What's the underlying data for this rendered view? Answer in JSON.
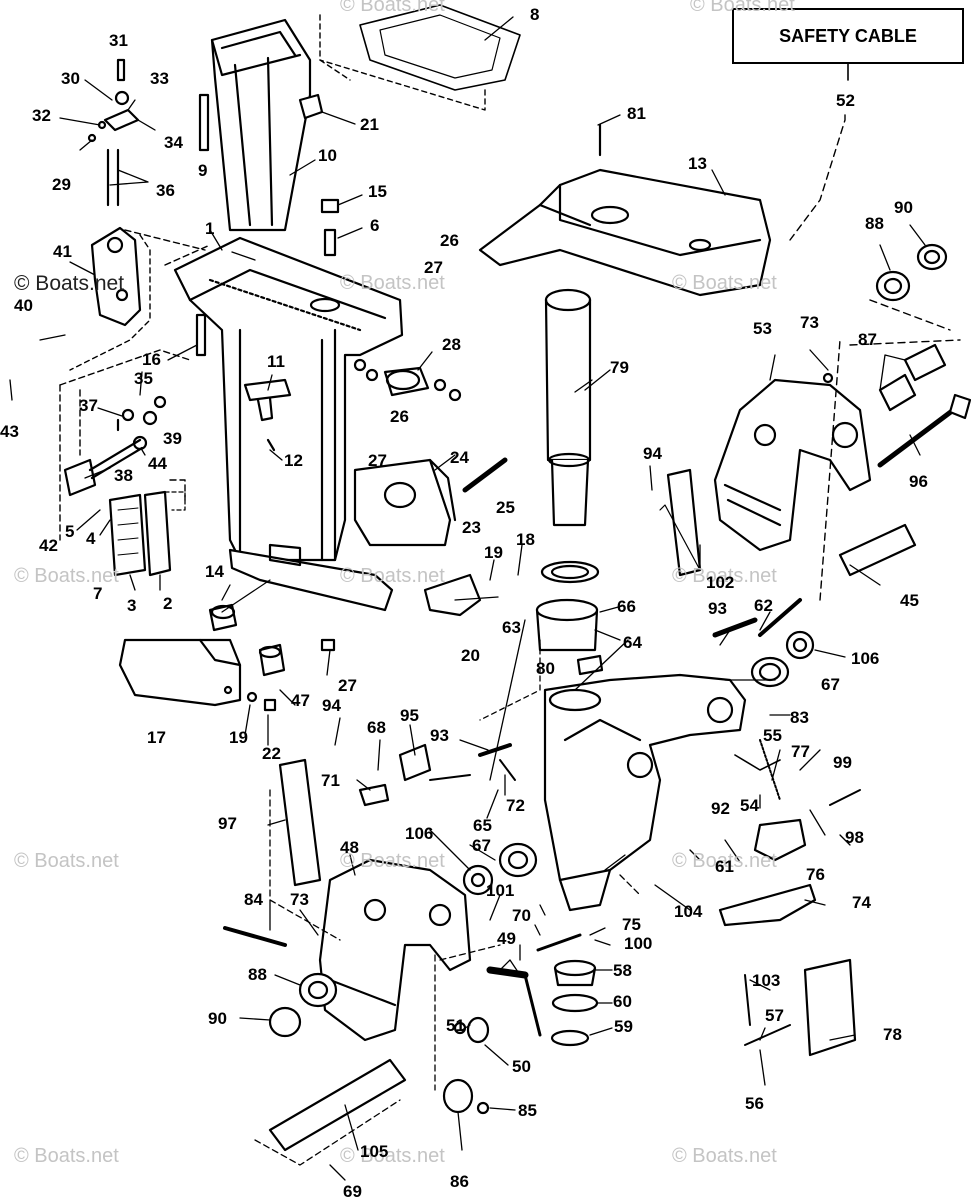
{
  "diagram": {
    "safety_box_label": "SAFETY CABLE",
    "watermark_text": "© Boats.net",
    "callouts": [
      {
        "id": "1",
        "label": "1"
      },
      {
        "id": "2",
        "label": "2"
      },
      {
        "id": "3",
        "label": "3"
      },
      {
        "id": "4",
        "label": "4"
      },
      {
        "id": "5",
        "label": "5"
      },
      {
        "id": "6",
        "label": "6"
      },
      {
        "id": "7",
        "label": "7"
      },
      {
        "id": "8",
        "label": "8"
      },
      {
        "id": "9",
        "label": "9"
      },
      {
        "id": "10",
        "label": "10"
      },
      {
        "id": "11",
        "label": "11"
      },
      {
        "id": "12",
        "label": "12"
      },
      {
        "id": "13",
        "label": "13"
      },
      {
        "id": "14",
        "label": "14"
      },
      {
        "id": "15",
        "label": "15"
      },
      {
        "id": "16",
        "label": "16"
      },
      {
        "id": "17",
        "label": "17"
      },
      {
        "id": "18",
        "label": "18"
      },
      {
        "id": "19a",
        "label": "19"
      },
      {
        "id": "19b",
        "label": "19"
      },
      {
        "id": "20",
        "label": "20"
      },
      {
        "id": "21",
        "label": "21"
      },
      {
        "id": "22",
        "label": "22"
      },
      {
        "id": "23",
        "label": "23"
      },
      {
        "id": "24",
        "label": "24"
      },
      {
        "id": "25",
        "label": "25"
      },
      {
        "id": "26a",
        "label": "26"
      },
      {
        "id": "26b",
        "label": "26"
      },
      {
        "id": "27a",
        "label": "27"
      },
      {
        "id": "27b",
        "label": "27"
      },
      {
        "id": "27c",
        "label": "27"
      },
      {
        "id": "28",
        "label": "28"
      },
      {
        "id": "29",
        "label": "29"
      },
      {
        "id": "30",
        "label": "30"
      },
      {
        "id": "31",
        "label": "31"
      },
      {
        "id": "32",
        "label": "32"
      },
      {
        "id": "33",
        "label": "33"
      },
      {
        "id": "34",
        "label": "34"
      },
      {
        "id": "35",
        "label": "35"
      },
      {
        "id": "36",
        "label": "36"
      },
      {
        "id": "37",
        "label": "37"
      },
      {
        "id": "38",
        "label": "38"
      },
      {
        "id": "39",
        "label": "39"
      },
      {
        "id": "40",
        "label": "40"
      },
      {
        "id": "41",
        "label": "41"
      },
      {
        "id": "42",
        "label": "42"
      },
      {
        "id": "43",
        "label": "43"
      },
      {
        "id": "44",
        "label": "44"
      },
      {
        "id": "45",
        "label": "45"
      },
      {
        "id": "47",
        "label": "47"
      },
      {
        "id": "48",
        "label": "48"
      },
      {
        "id": "49",
        "label": "49"
      },
      {
        "id": "50",
        "label": "50"
      },
      {
        "id": "51",
        "label": "51"
      },
      {
        "id": "52",
        "label": "52"
      },
      {
        "id": "53",
        "label": "53"
      },
      {
        "id": "54",
        "label": "54"
      },
      {
        "id": "55",
        "label": "55"
      },
      {
        "id": "56",
        "label": "56"
      },
      {
        "id": "57",
        "label": "57"
      },
      {
        "id": "58",
        "label": "58"
      },
      {
        "id": "59",
        "label": "59"
      },
      {
        "id": "60",
        "label": "60"
      },
      {
        "id": "61",
        "label": "61"
      },
      {
        "id": "62",
        "label": "62"
      },
      {
        "id": "63",
        "label": "63"
      },
      {
        "id": "64",
        "label": "64"
      },
      {
        "id": "65",
        "label": "65"
      },
      {
        "id": "66",
        "label": "66"
      },
      {
        "id": "67a",
        "label": "67"
      },
      {
        "id": "67b",
        "label": "67"
      },
      {
        "id": "68",
        "label": "68"
      },
      {
        "id": "69",
        "label": "69"
      },
      {
        "id": "70",
        "label": "70"
      },
      {
        "id": "71",
        "label": "71"
      },
      {
        "id": "72",
        "label": "72"
      },
      {
        "id": "73a",
        "label": "73"
      },
      {
        "id": "73b",
        "label": "73"
      },
      {
        "id": "74",
        "label": "74"
      },
      {
        "id": "75",
        "label": "75"
      },
      {
        "id": "76",
        "label": "76"
      },
      {
        "id": "77",
        "label": "77"
      },
      {
        "id": "78",
        "label": "78"
      },
      {
        "id": "79",
        "label": "79"
      },
      {
        "id": "80",
        "label": "80"
      },
      {
        "id": "81",
        "label": "81"
      },
      {
        "id": "83",
        "label": "83"
      },
      {
        "id": "84",
        "label": "84"
      },
      {
        "id": "85",
        "label": "85"
      },
      {
        "id": "86",
        "label": "86"
      },
      {
        "id": "87",
        "label": "87"
      },
      {
        "id": "88a",
        "label": "88"
      },
      {
        "id": "88b",
        "label": "88"
      },
      {
        "id": "90a",
        "label": "90"
      },
      {
        "id": "90b",
        "label": "90"
      },
      {
        "id": "92",
        "label": "92"
      },
      {
        "id": "93a",
        "label": "93"
      },
      {
        "id": "93b",
        "label": "93"
      },
      {
        "id": "94a",
        "label": "94"
      },
      {
        "id": "94b",
        "label": "94"
      },
      {
        "id": "95",
        "label": "95"
      },
      {
        "id": "96",
        "label": "96"
      },
      {
        "id": "97",
        "label": "97"
      },
      {
        "id": "98",
        "label": "98"
      },
      {
        "id": "99",
        "label": "99"
      },
      {
        "id": "100",
        "label": "100"
      },
      {
        "id": "101",
        "label": "101"
      },
      {
        "id": "102",
        "label": "102"
      },
      {
        "id": "103",
        "label": "103"
      },
      {
        "id": "104",
        "label": "104"
      },
      {
        "id": "105",
        "label": "105"
      },
      {
        "id": "106a",
        "label": "106"
      },
      {
        "id": "106b",
        "label": "106"
      }
    ]
  }
}
